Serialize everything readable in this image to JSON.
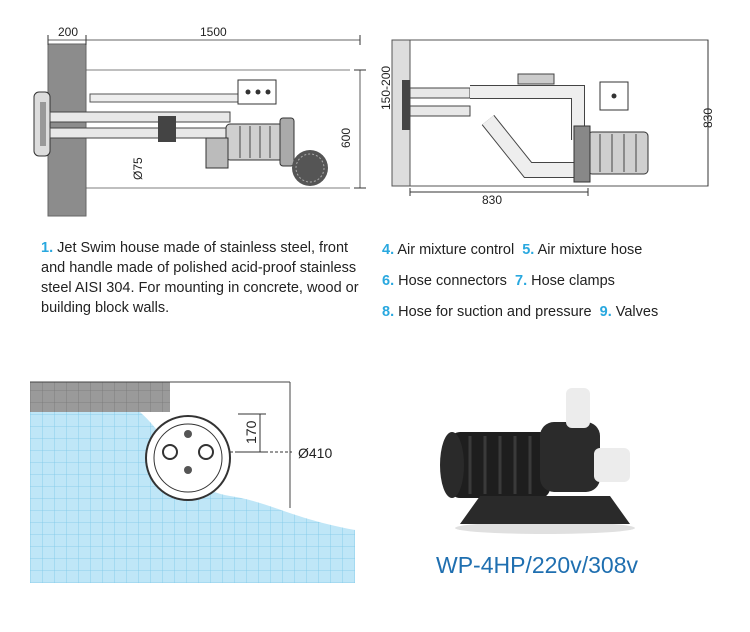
{
  "top_left_diagram": {
    "dims": {
      "wall": "200",
      "length": "1500",
      "pipe_diameter": "Ø75",
      "height": "600"
    }
  },
  "top_right_diagram": {
    "dims": {
      "offset": "150-200",
      "height": "830",
      "width": "830"
    }
  },
  "legend": {
    "item1": {
      "number": "1.",
      "text": "Jet Swim house made of stainless steel, front and handle made of polished acid-proof stainless steel AISI 304. For mounting in concrete, wood or building block walls."
    },
    "item4": {
      "number": "4.",
      "text": "Air mixture control"
    },
    "item5": {
      "number": "5.",
      "text": "Air mixture hose"
    },
    "item6": {
      "number": "6.",
      "text": "Hose connectors"
    },
    "item7": {
      "number": "7.",
      "text": "Hose clamps"
    },
    "item8": {
      "number": "8.",
      "text": "Hose for suction and pressure"
    },
    "item9": {
      "number": "9.",
      "text": "Valves"
    }
  },
  "pool_diagram": {
    "dims": {
      "vertical": "170",
      "diameter": "Ø410"
    }
  },
  "product": {
    "model": "WP-4HP/220v/308v"
  },
  "colors": {
    "accent": "#29a8df",
    "model_text": "#1f6fb0",
    "water": "#bfe6f7",
    "wall": "#8c8c8c"
  }
}
